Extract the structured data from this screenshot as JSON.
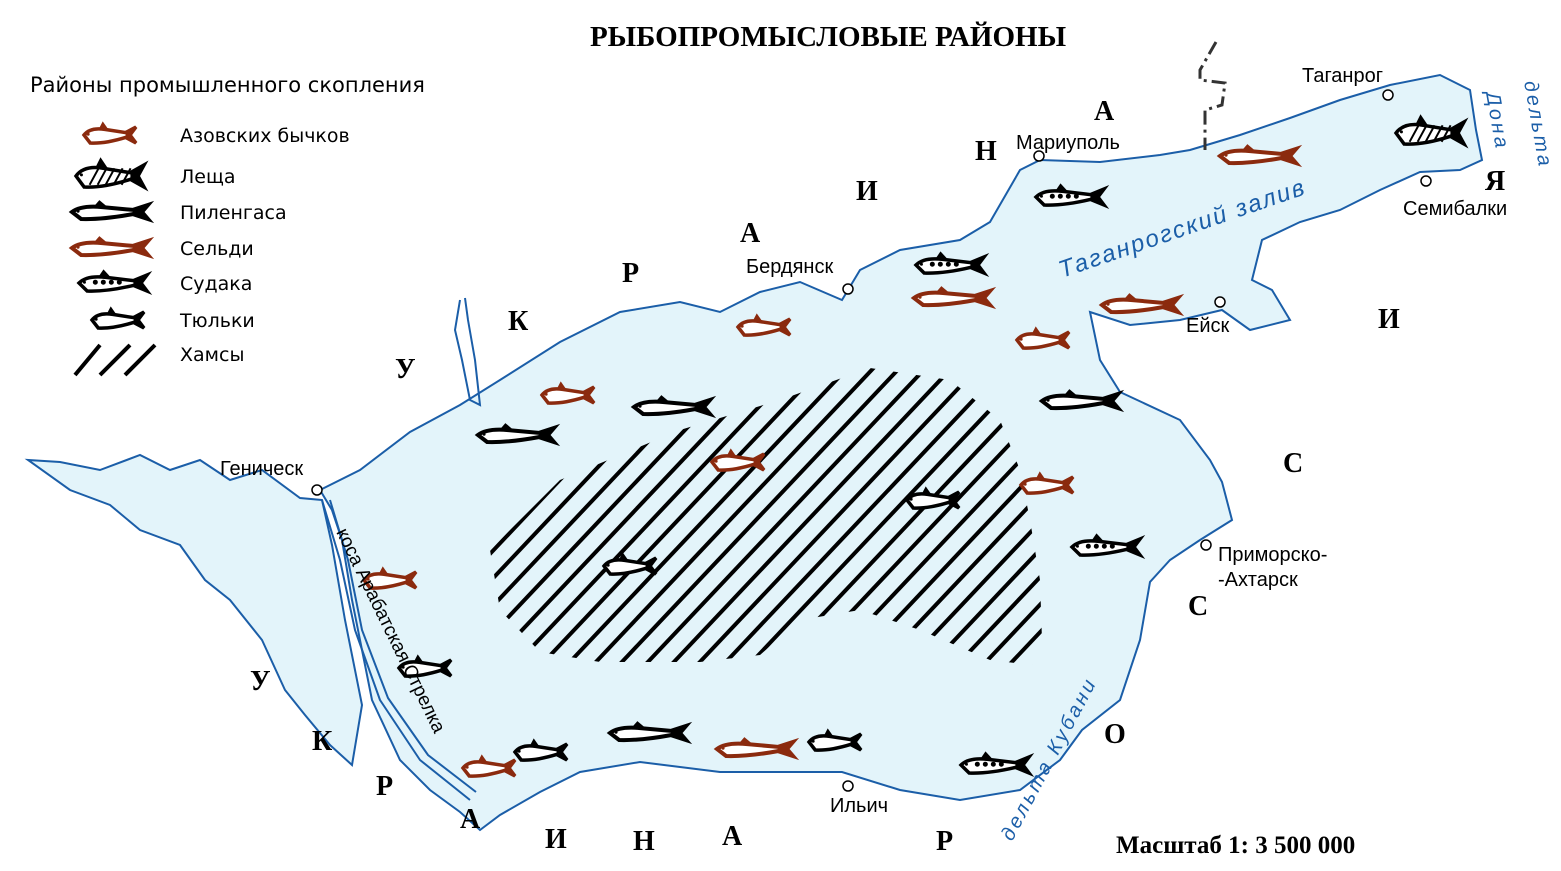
{
  "title": "РЫБОПРОМЫСЛОВЫЕ РАЙОНЫ",
  "legend": {
    "title": "Районы промышленного скопления",
    "items": [
      {
        "key": "goby",
        "label": "Азовских бычков",
        "color": "#8b2a0e"
      },
      {
        "key": "bream",
        "label": "Леща",
        "color": "#000000"
      },
      {
        "key": "pilengas",
        "label": "Пиленгаса",
        "color": "#000000"
      },
      {
        "key": "herring",
        "label": "Сельди",
        "color": "#8b2a0e"
      },
      {
        "key": "zander",
        "label": "Судака",
        "color": "#000000"
      },
      {
        "key": "sprat",
        "label": "Тюльки",
        "color": "#000000"
      },
      {
        "key": "anchovy",
        "label": "Хамсы",
        "color": "#000000"
      }
    ]
  },
  "cities": {
    "taganrog": "Таганрог",
    "mariupol": "Мариуполь",
    "berdyansk": "Бердянск",
    "semibalki": "Семибалки",
    "yeysk": "Ейск",
    "genichesk": "Геническ",
    "primorsko": "Приморско-",
    "akhtarsk": "-Ахтарск",
    "ilyich": "Ильич"
  },
  "water_labels": {
    "gulf": "Таганрогский залив",
    "don_delta_1": "дельта",
    "don_delta_2": "Дона",
    "kuban_delta": "дельта Кубани"
  },
  "spit": "коса Арабатская Стрелка",
  "countries": {
    "ukraine_north": [
      "У",
      "К",
      "Р",
      "А",
      "И",
      "Н",
      "А"
    ],
    "ukraine_south": [
      "У",
      "К",
      "Р",
      "А",
      "И",
      "Н",
      "А"
    ],
    "russia": [
      "Р",
      "О",
      "С",
      "С",
      "И",
      "Я"
    ]
  },
  "scale": "Масштаб 1: 3 500 000",
  "colors": {
    "water": "#e3f4fa",
    "coast": "#1b5ea8",
    "brown": "#8b2a0e",
    "border": "#333333"
  }
}
